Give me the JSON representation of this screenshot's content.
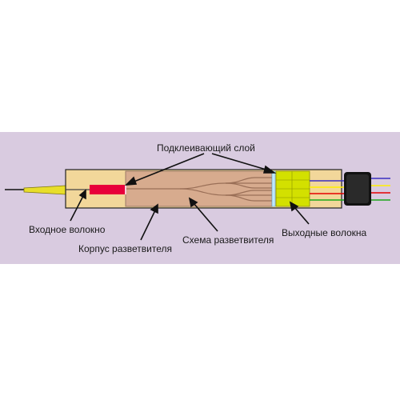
{
  "labels": {
    "adhesive_layer": "Подклеивающий слой",
    "input_fiber": "Входное волокно",
    "splitter_housing": "Корпус разветвителя",
    "splitter_circuit": "Схема разветвителя",
    "output_fibers": "Выходные волокна"
  },
  "colors": {
    "background_panel": "#d9cbe0",
    "housing": "#f2d79a",
    "chip": "#d7ab8e",
    "block": "#d3e000",
    "input_marker": "#e8003a",
    "output_fibers": [
      "#3b2fbf",
      "#ffef00",
      "#e60000",
      "#1aa81a"
    ]
  },
  "icons": {
    "connector_boot": "cable-boot-icon",
    "output_cable": "cable-jacket-icon"
  }
}
